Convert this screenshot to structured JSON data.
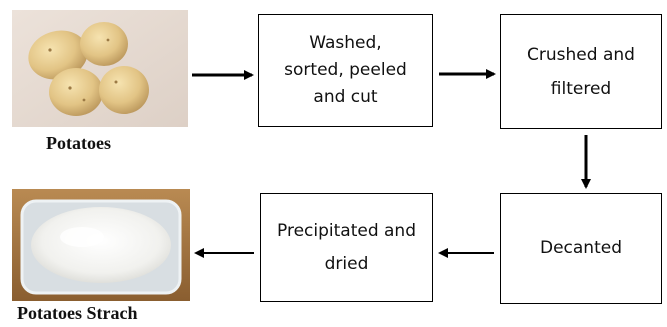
{
  "steps": {
    "wash": "Washed,\nsorted, peeled\nand cut",
    "crush": "Crushed and\nfiltered",
    "decant": "Decanted",
    "precipitate": "Precipitated and\ndried"
  },
  "captions": {
    "input": "Potatoes",
    "output": "Potatoes Strach"
  },
  "colors": {
    "arrow": "#000000",
    "box_border": "#000000",
    "potato": "#e3c98a",
    "starch": "#f4f4f2"
  }
}
